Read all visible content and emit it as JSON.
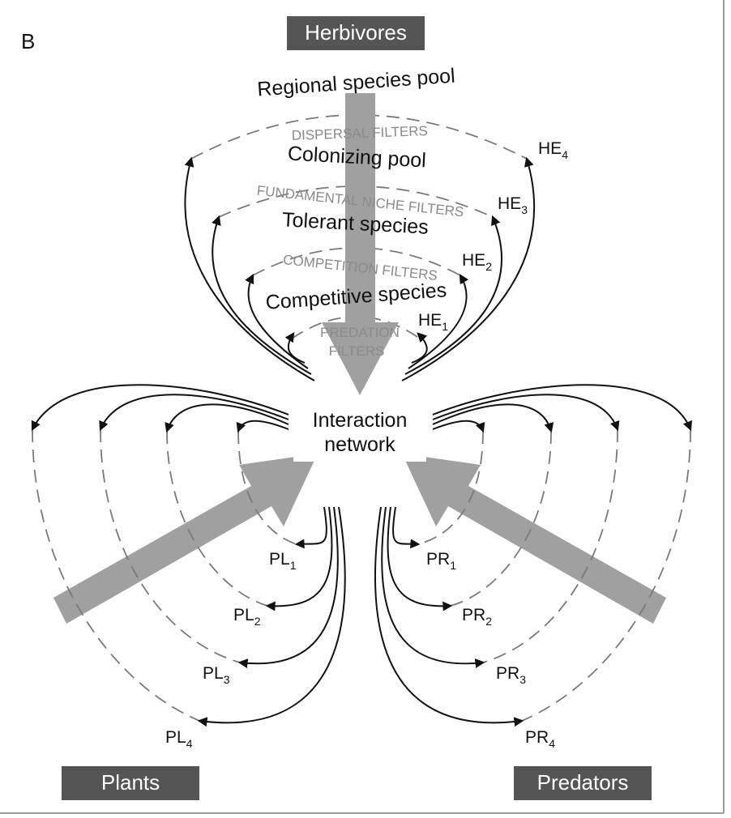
{
  "panel_letter": "B",
  "groups": {
    "herbivores": "Herbivores",
    "plants": "Plants",
    "predators": "Predators"
  },
  "center": {
    "line1": "Interaction",
    "line2": "network"
  },
  "pools": {
    "regional": "Regional species pool",
    "colonizing": "Colonizing pool",
    "tolerant": "Tolerant species",
    "competitive": "Competitive species"
  },
  "filters": {
    "dispersal": "DISPERSAL FILTERS",
    "fundamental": "FUNDAMENTAL NICHE FILTERS",
    "competition": "COMPETITION FILTERS",
    "predation_1": "PREDATION",
    "predation_2": "FILTERS"
  },
  "labels": {
    "he": [
      {
        "base": "HE",
        "sub": "1"
      },
      {
        "base": "HE",
        "sub": "2"
      },
      {
        "base": "HE",
        "sub": "3"
      },
      {
        "base": "HE",
        "sub": "4"
      }
    ],
    "pl": [
      {
        "base": "PL",
        "sub": "1"
      },
      {
        "base": "PL",
        "sub": "2"
      },
      {
        "base": "PL",
        "sub": "3"
      },
      {
        "base": "PL",
        "sub": "4"
      }
    ],
    "pr": [
      {
        "base": "PR",
        "sub": "1"
      },
      {
        "base": "PR",
        "sub": "2"
      },
      {
        "base": "PR",
        "sub": "3"
      },
      {
        "base": "PR",
        "sub": "4"
      }
    ]
  },
  "colors": {
    "box_fill": "#555555",
    "big_arrow": "#a0a0a0",
    "filter_text": "#8a8a8a",
    "curve": "#111111"
  }
}
